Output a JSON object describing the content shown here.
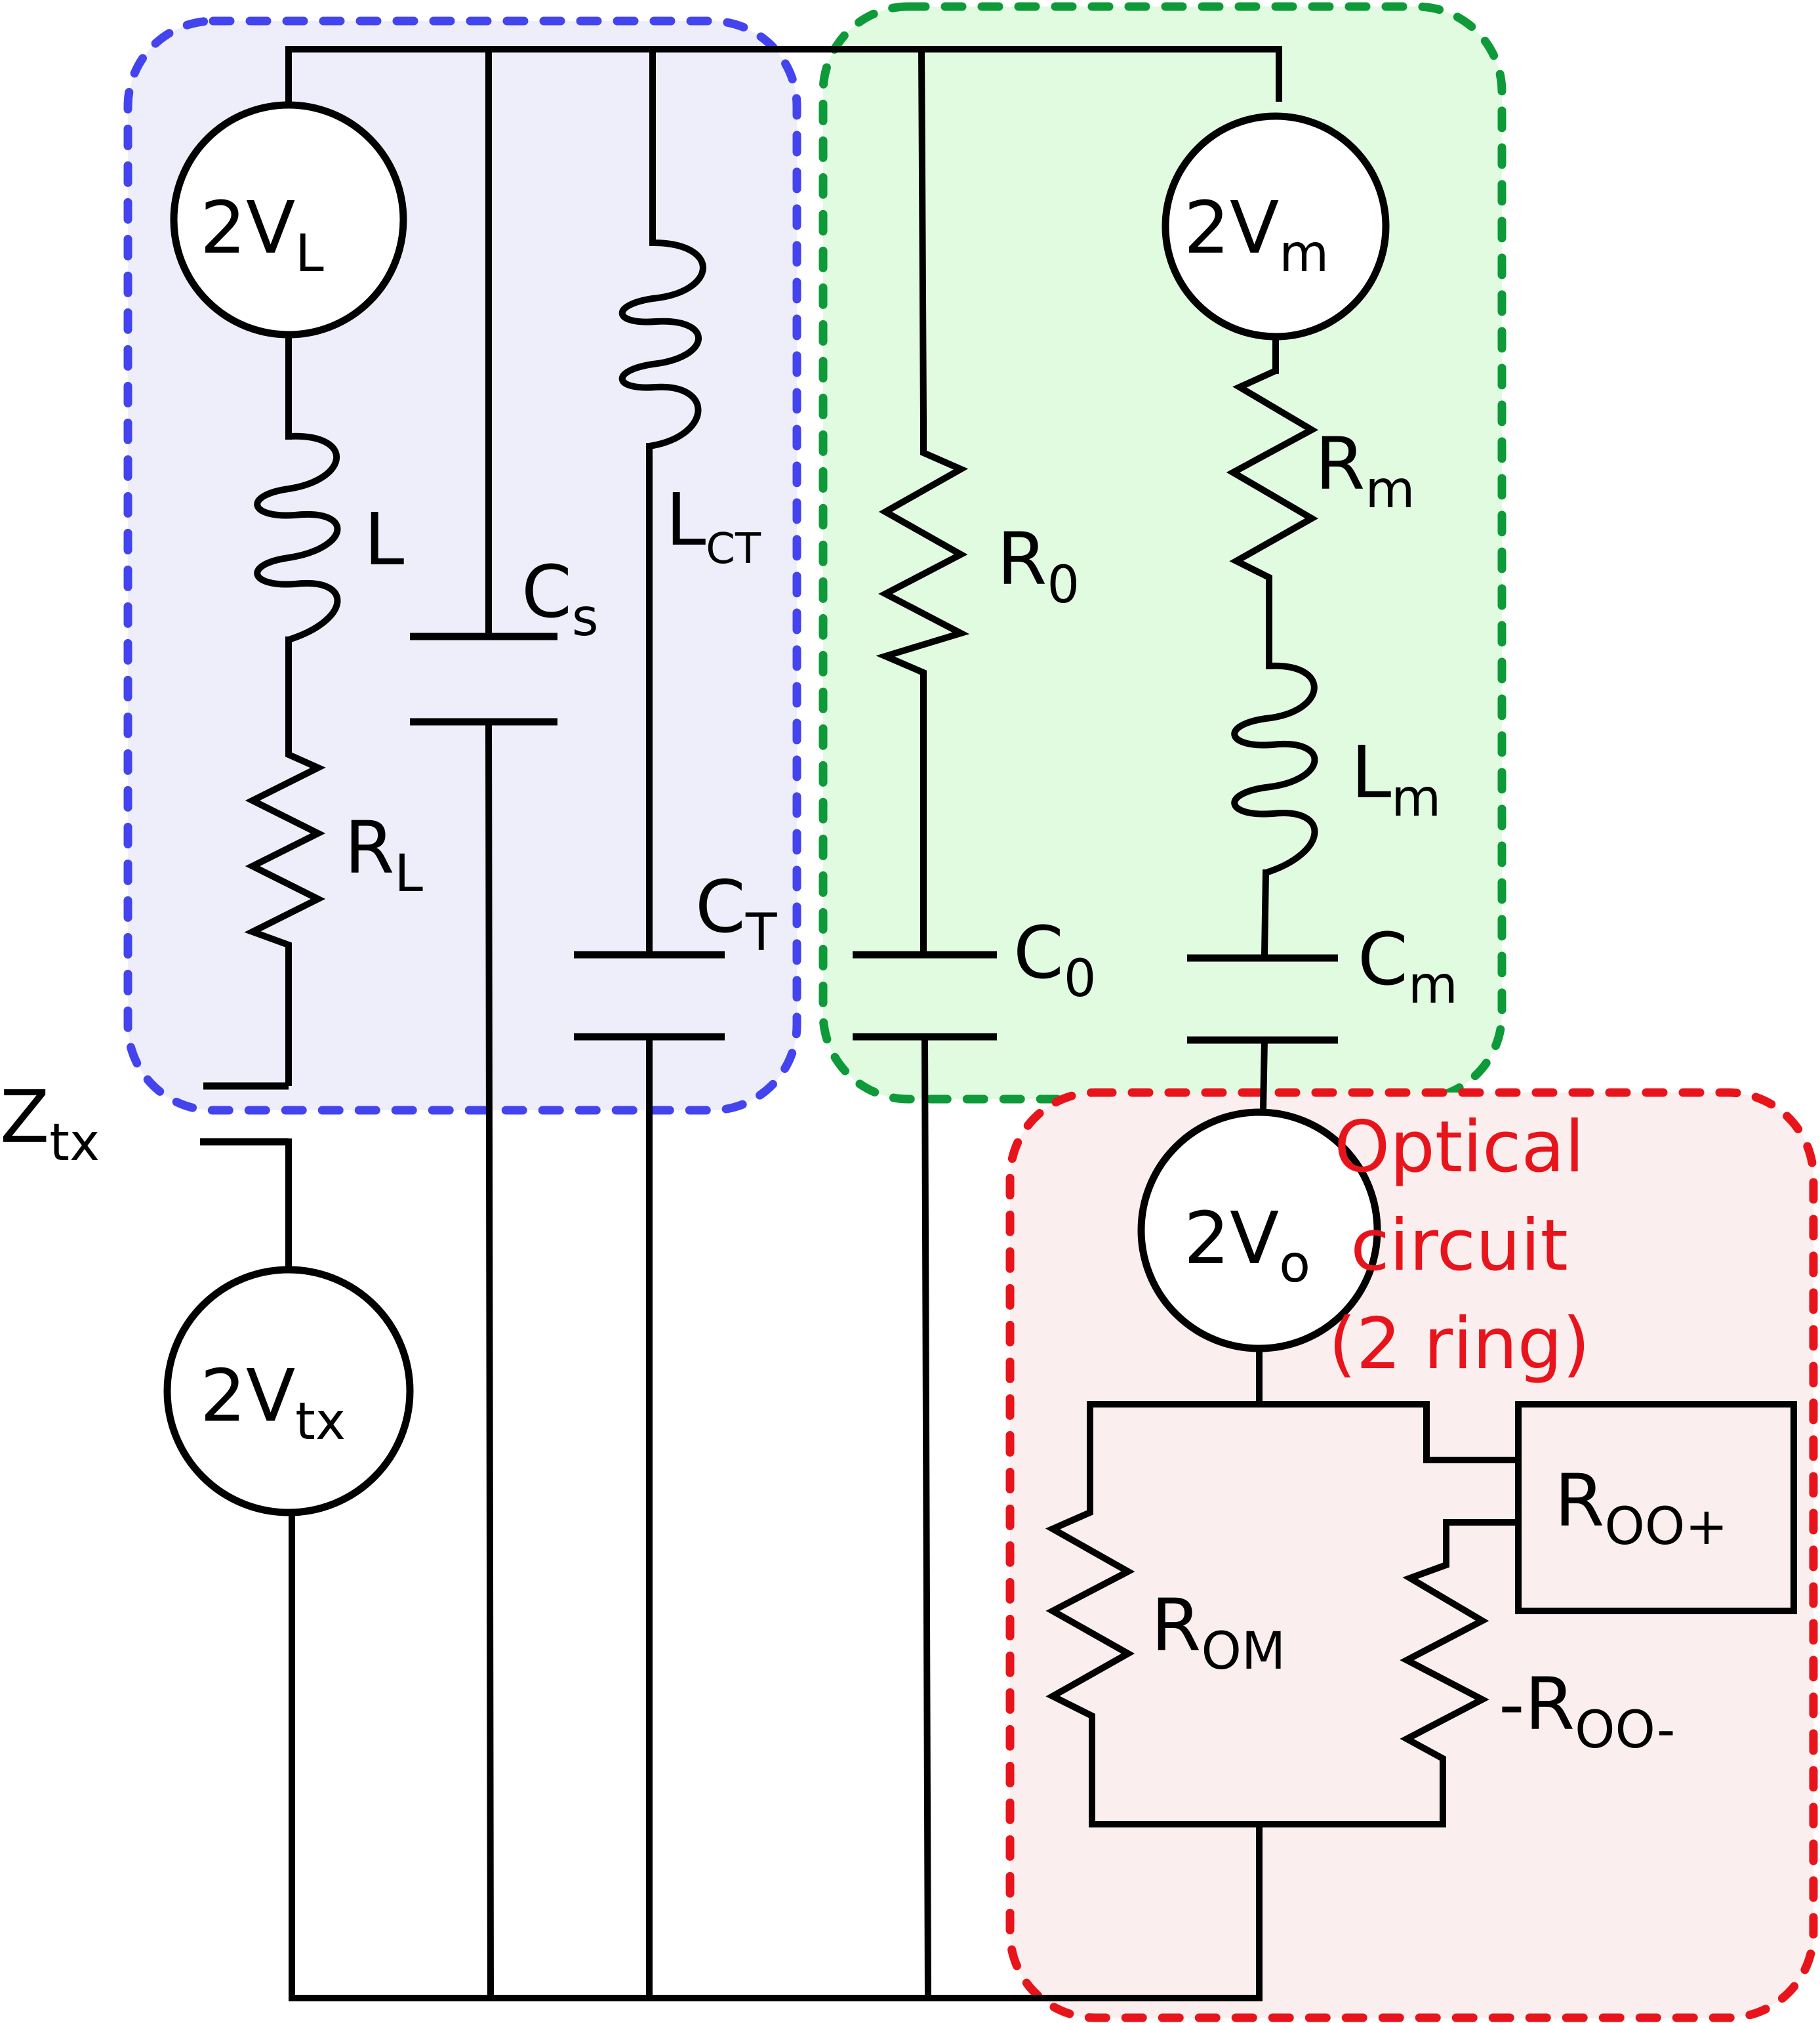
{
  "regions": {
    "blue": {
      "fill": "#eeeefb",
      "stroke": "#4444ee"
    },
    "green": {
      "fill": "#e1fbe1",
      "stroke": "#0f9a3a"
    },
    "red": {
      "fill": "#fbeeee",
      "stroke": "#e8141c",
      "label_lines": [
        "Optical",
        "circuit",
        "(2 ring)"
      ]
    }
  },
  "sources": {
    "vl": {
      "main": "2V",
      "sub": "L"
    },
    "vm": {
      "main": "2V",
      "sub": "m"
    },
    "vo": {
      "main": "2V",
      "sub": "o"
    },
    "vtx": {
      "main": "2V",
      "sub": "tx"
    }
  },
  "components": {
    "L": {
      "main": "L",
      "sub": ""
    },
    "RL": {
      "main": "R",
      "sub": "L"
    },
    "Cs": {
      "main": "C",
      "sub": "s"
    },
    "LCT": {
      "main": "L",
      "sub": "CT"
    },
    "CT": {
      "main": "C",
      "sub": "T"
    },
    "R0": {
      "main": "R",
      "sub": "0"
    },
    "C0": {
      "main": "C",
      "sub": "0"
    },
    "Rm": {
      "main": "R",
      "sub": "m"
    },
    "Lm": {
      "main": "L",
      "sub": "m"
    },
    "Cm": {
      "main": "C",
      "sub": "m"
    },
    "Ztx": {
      "main": "Z",
      "sub": "tx"
    },
    "ROM": {
      "main": "R",
      "sub": "OM"
    },
    "ROOp": {
      "main": "R",
      "sub": "OO+"
    },
    "ROOm": {
      "main": "-R",
      "sub": "OO-"
    }
  }
}
